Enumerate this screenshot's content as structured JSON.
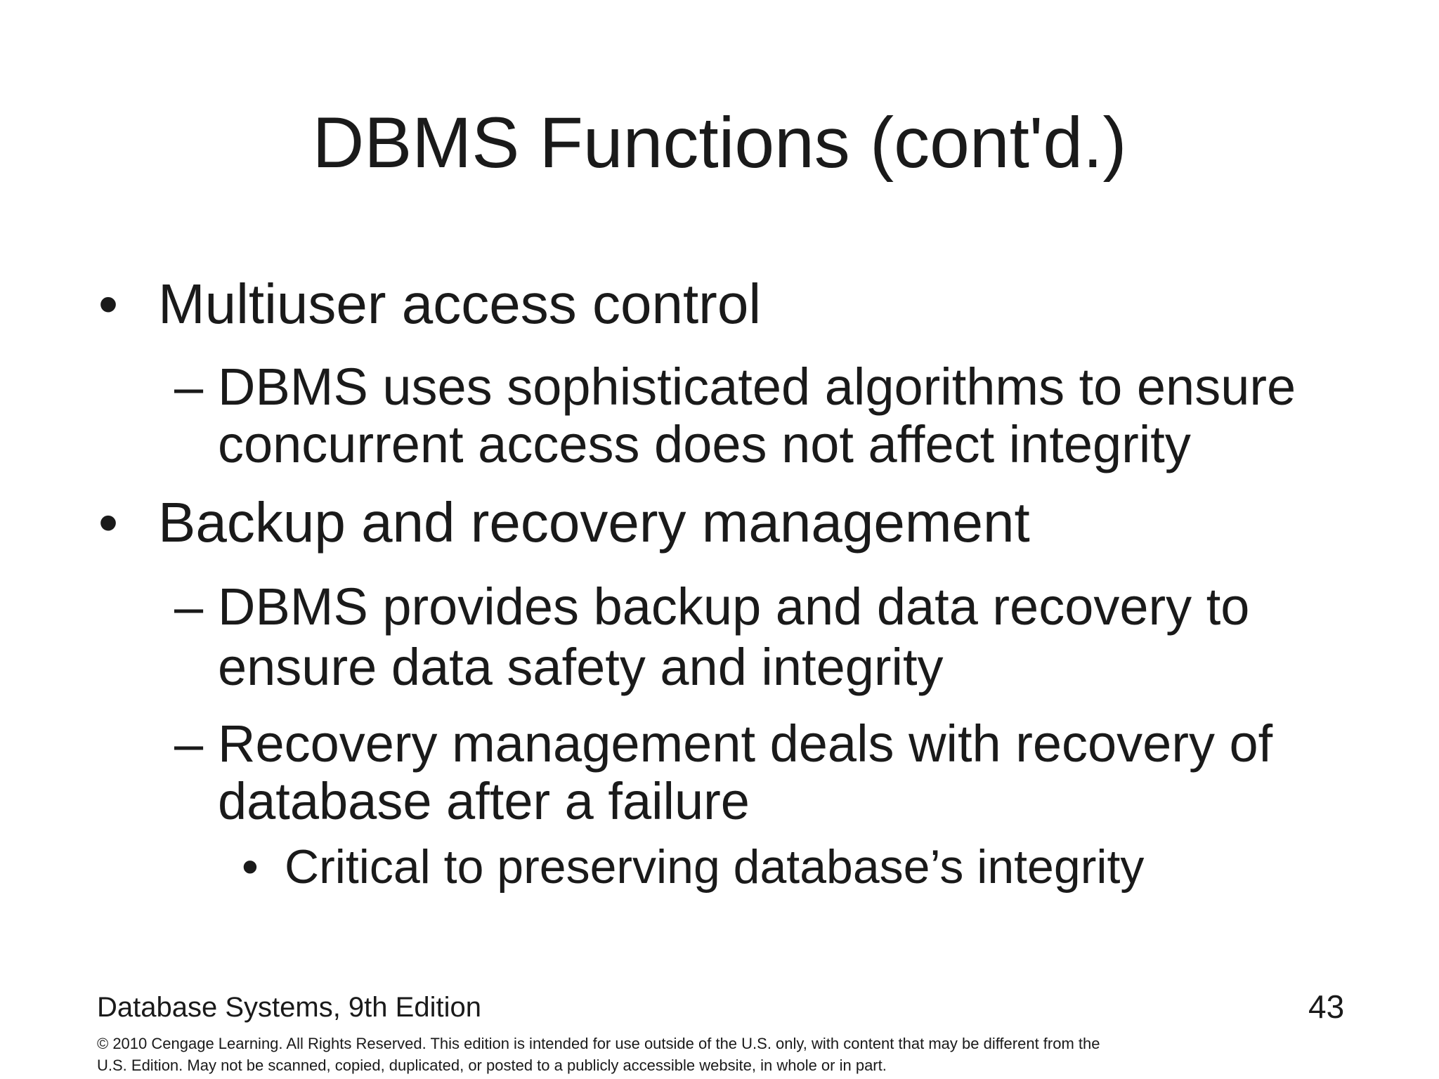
{
  "slide": {
    "title": "DBMS Functions (cont'd.)",
    "bullets": [
      {
        "level": 1,
        "marker": "•",
        "lines": [
          "Multiuser access control"
        ]
      },
      {
        "level": 2,
        "marker": "–",
        "lines": [
          "DBMS uses sophisticated algorithms to ensure",
          "concurrent access does not affect integrity"
        ]
      },
      {
        "level": 1,
        "marker": "•",
        "lines": [
          "Backup and recovery management"
        ]
      },
      {
        "level": 2,
        "marker": "–",
        "lines": [
          "DBMS provides backup and data recovery to",
          "ensure data safety and integrity"
        ]
      },
      {
        "level": 2,
        "marker": "–",
        "lines": [
          "Recovery management deals with recovery of",
          "database after a failure"
        ]
      },
      {
        "level": 3,
        "marker": "•",
        "lines": [
          "Critical to preserving database’s integrity"
        ]
      }
    ],
    "footer": {
      "book_title": "Database Systems, 9th Edition",
      "page_number": "43"
    },
    "copyright": {
      "line1": "© 2010 Cengage Learning. All Rights Reserved. This edition is intended for use outside of the U.S. only, with content that may be different from the",
      "line2": "U.S. Edition. May not be scanned, copied, duplicated, or posted to a publicly accessible website, in whole or in part."
    },
    "colors": {
      "background": "#ffffff",
      "text": "#1a1a1a"
    }
  }
}
